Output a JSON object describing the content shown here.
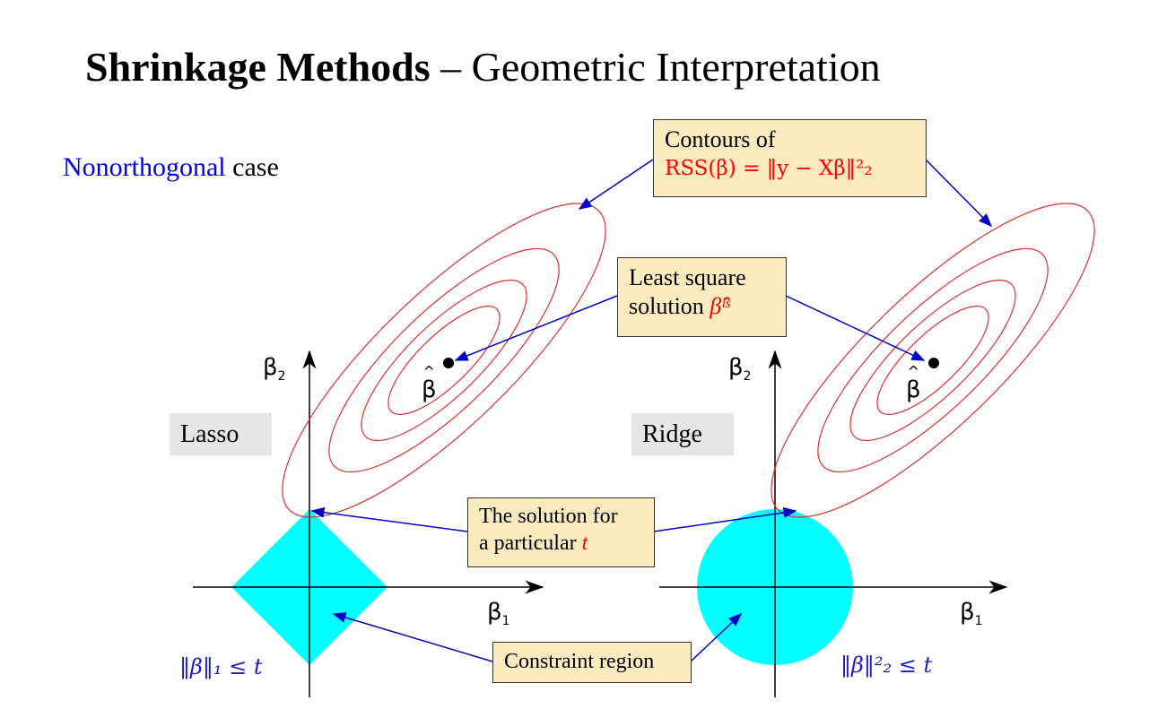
{
  "title": {
    "bold": "Shrinkage Methods",
    "rest": " – Geometric Interpretation"
  },
  "subtitle": {
    "highlight": "Nonorthogonal",
    "rest": " case"
  },
  "callouts": {
    "contours": {
      "line1": "Contours of",
      "formula": "RSS(β) = ‖y − Xβ‖²₂"
    },
    "least_square": {
      "line1": "Least square",
      "line2": "solution ",
      "symbol": "β̂ˡˢ"
    },
    "solution": {
      "line1": "The solution for",
      "line2": "a particular ",
      "symbol": "t"
    },
    "constraint": {
      "label": "Constraint region"
    }
  },
  "panels": {
    "lasso": {
      "label": "Lasso",
      "constraint": "‖β‖₁ ≤ t",
      "beta1": "β",
      "beta1_sub": "1",
      "beta2": "β",
      "beta2_sub": "2",
      "beta_hat": "β"
    },
    "ridge": {
      "label": "Ridge",
      "constraint": "‖β‖²₂ ≤ t",
      "beta1": "β",
      "beta1_sub": "1",
      "beta2": "β",
      "beta2_sub": "2",
      "beta_hat": "β"
    }
  },
  "colors": {
    "contour": "#e03030",
    "arrow": "#0000cc",
    "region": "#00ffff",
    "callout_bg": "#fdebc0"
  }
}
